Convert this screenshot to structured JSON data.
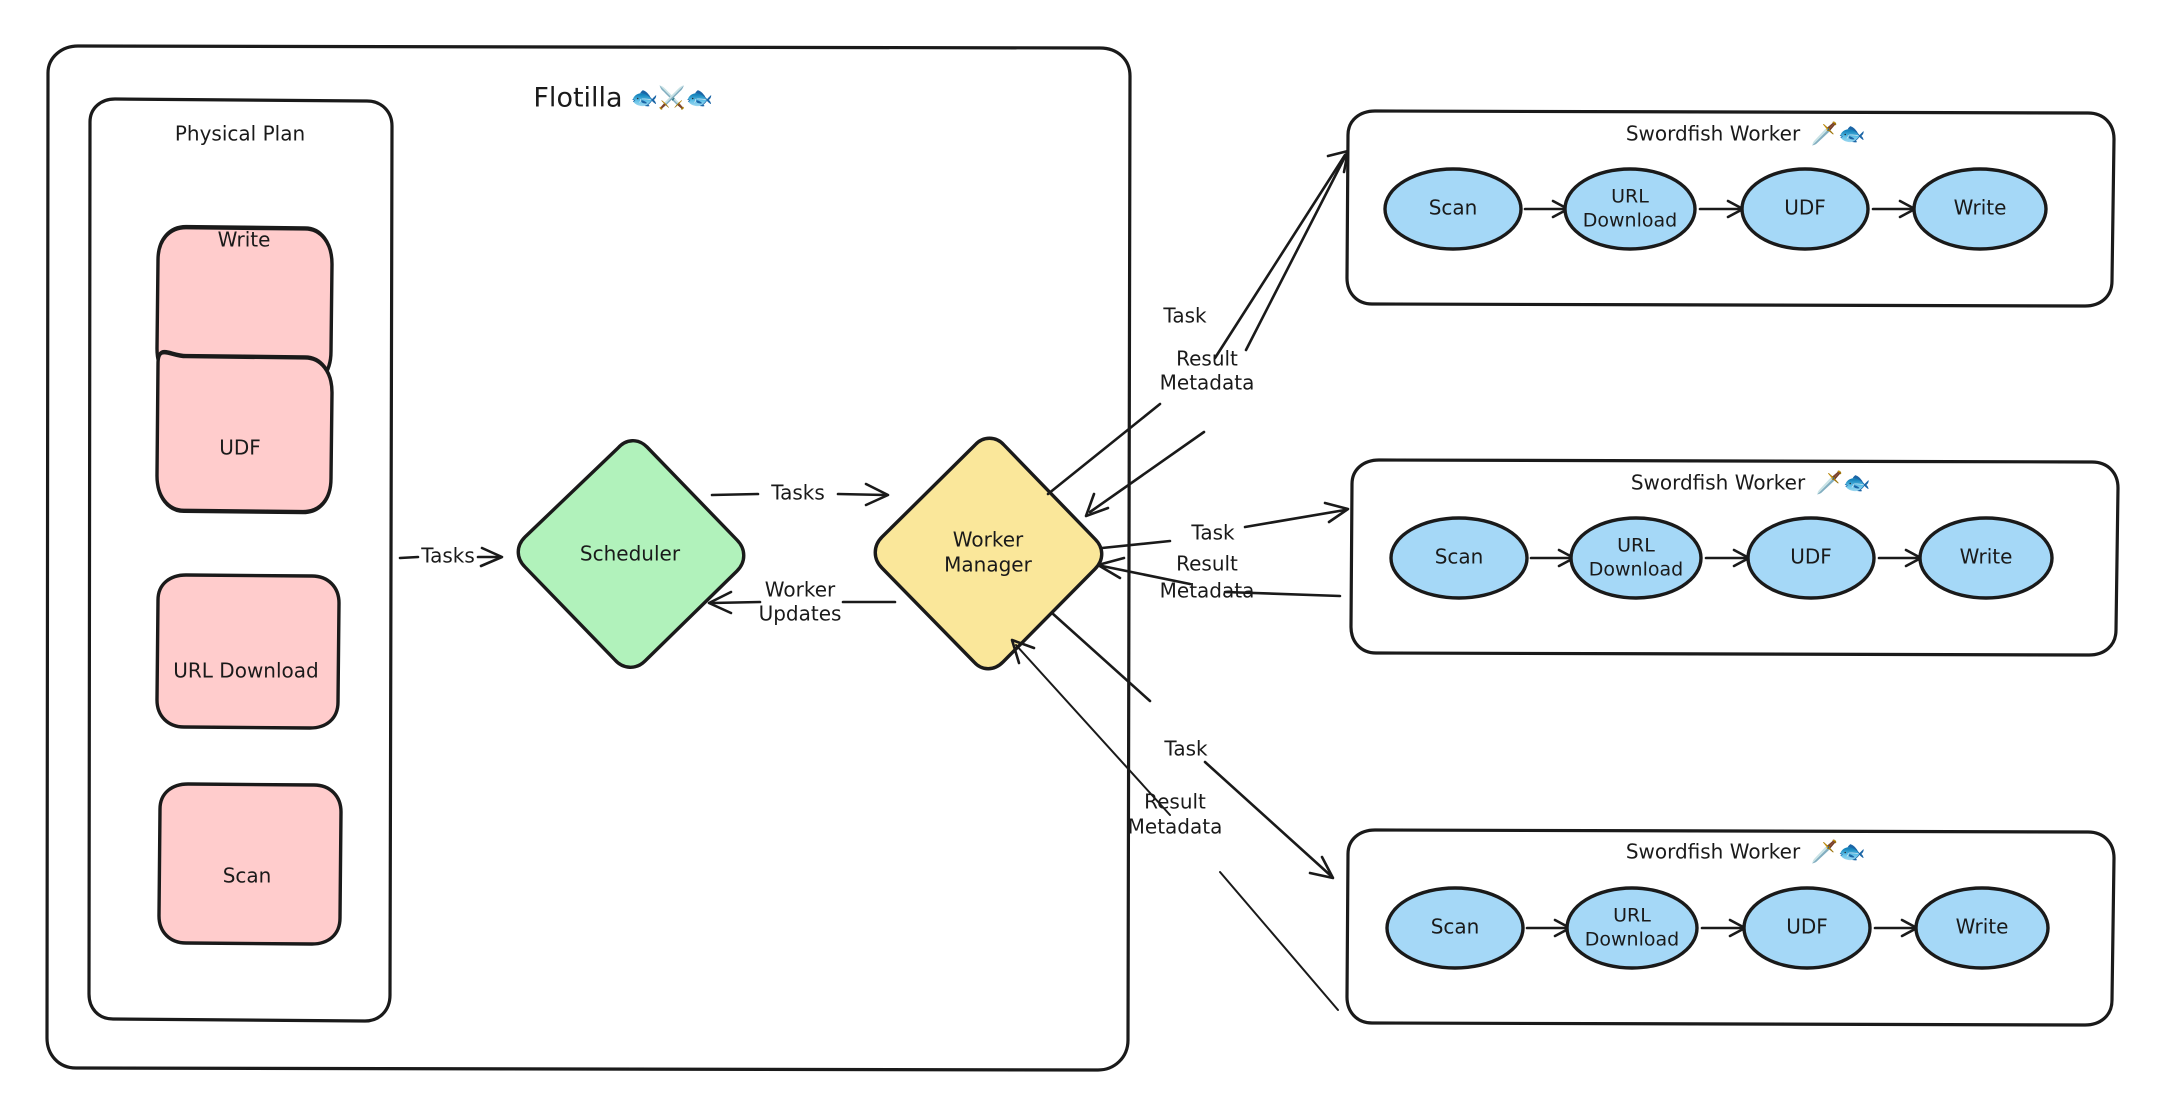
{
  "diagram": {
    "title": "Flotilla",
    "title_icons": [
      "fish-icon",
      "crossed-swords-icon",
      "fish-icon"
    ],
    "title_emoji": "🐟⚔️🐟",
    "background": "#ffffff",
    "stroke_color": "#1a1a1a"
  },
  "physical_plan": {
    "label": "Physical Plan",
    "node_color": "#ffcccc",
    "nodes": [
      {
        "label": "Write"
      },
      {
        "label": "UDF"
      },
      {
        "label": "URL Download"
      },
      {
        "label": "Scan"
      }
    ]
  },
  "scheduler": {
    "label": "Scheduler",
    "color": "#b1f2bb"
  },
  "worker_manager": {
    "label_line1": "Worker",
    "label_line2": "Manager",
    "color": "#fae79a"
  },
  "edges": {
    "plan_to_scheduler": "Tasks",
    "scheduler_to_manager": "Tasks",
    "manager_to_scheduler_line1": "Worker",
    "manager_to_scheduler_line2": "Updates",
    "manager_to_worker": "Task",
    "worker_to_manager_line1": "Result",
    "worker_to_manager_line2": "Metadata"
  },
  "workers": [
    {
      "title": "Swordfish Worker",
      "title_emoji": "🗡️🐟",
      "title_icons": [
        "dagger-icon",
        "fish-icon"
      ],
      "node_color": "#a5d8f7",
      "pipeline": [
        {
          "label": "Scan",
          "line1": "Scan",
          "line2": ""
        },
        {
          "label": "URL Download",
          "line1": "URL",
          "line2": "Download"
        },
        {
          "label": "UDF",
          "line1": "UDF",
          "line2": ""
        },
        {
          "label": "Write",
          "line1": "Write",
          "line2": ""
        }
      ]
    },
    {
      "title": "Swordfish Worker",
      "title_emoji": "🗡️🐟",
      "title_icons": [
        "dagger-icon",
        "fish-icon"
      ],
      "node_color": "#a5d8f7",
      "pipeline": [
        {
          "label": "Scan",
          "line1": "Scan",
          "line2": ""
        },
        {
          "label": "URL Download",
          "line1": "URL",
          "line2": "Download"
        },
        {
          "label": "UDF",
          "line1": "UDF",
          "line2": ""
        },
        {
          "label": "Write",
          "line1": "Write",
          "line2": ""
        }
      ]
    },
    {
      "title": "Swordfish Worker",
      "title_emoji": "🗡️🐟",
      "title_icons": [
        "dagger-icon",
        "fish-icon"
      ],
      "node_color": "#a5d8f7",
      "pipeline": [
        {
          "label": "Scan",
          "line1": "Scan",
          "line2": ""
        },
        {
          "label": "URL Download",
          "line1": "URL",
          "line2": "Download"
        },
        {
          "label": "UDF",
          "line1": "UDF",
          "line2": ""
        },
        {
          "label": "Write",
          "line1": "Write",
          "line2": ""
        }
      ]
    }
  ]
}
